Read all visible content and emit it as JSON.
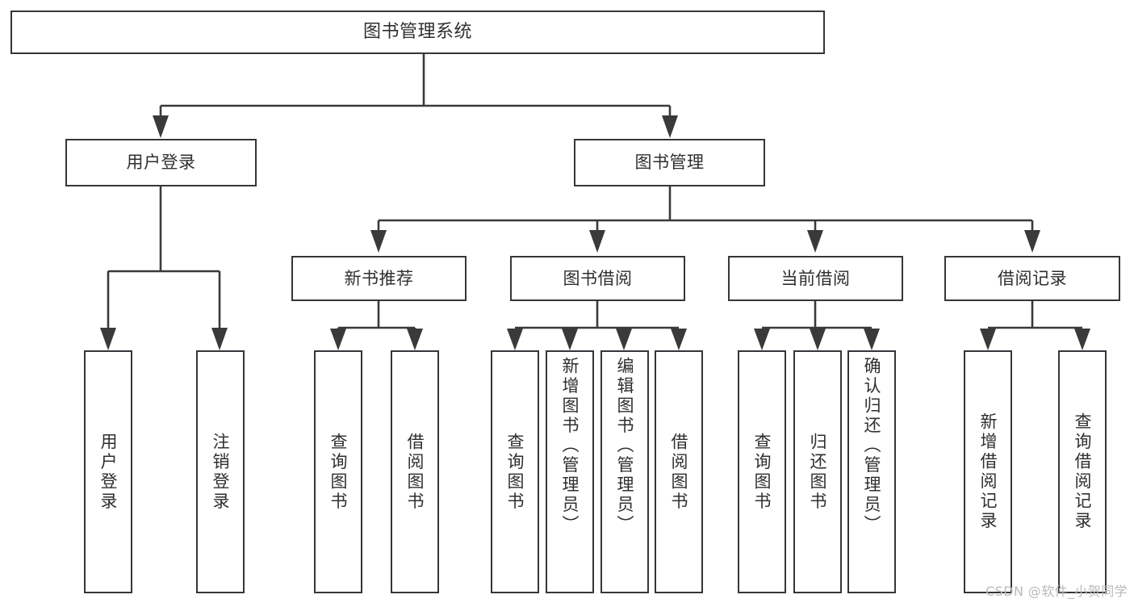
{
  "diagram": {
    "type": "tree-hierarchy",
    "title": "图书管理系统",
    "watermark": "CSDN @软件_小贺同学",
    "colors": {
      "background": "#ffffff",
      "box_border": "#33373b",
      "connector": "#3a3a3a",
      "text": "#2f2f2f",
      "watermark": "#b9b9b9"
    },
    "root": {
      "label": "图书管理系统"
    },
    "level2": [
      {
        "label": "用户登录"
      },
      {
        "label": "图书管理"
      }
    ],
    "level3": [
      {
        "label": "新书推荐"
      },
      {
        "label": "图书借阅"
      },
      {
        "label": "当前借阅"
      },
      {
        "label": "借阅记录"
      }
    ],
    "leaves": {
      "user_login": [
        {
          "label": "用户登录"
        },
        {
          "label": "注销登录"
        }
      ],
      "new_book_recommend": [
        {
          "label": "查询图书"
        },
        {
          "label": "借阅图书"
        }
      ],
      "book_borrow": [
        {
          "label": "查询图书"
        },
        {
          "label": "新增图书（管理员）"
        },
        {
          "label": "编辑图书（管理员）"
        },
        {
          "label": "借阅图书"
        }
      ],
      "current_borrow": [
        {
          "label": "查询图书"
        },
        {
          "label": "归还图书"
        },
        {
          "label": "确认归还（管理员）"
        }
      ],
      "borrow_record": [
        {
          "label": "新增借阅记录"
        },
        {
          "label": "查询借阅记录"
        }
      ]
    }
  }
}
